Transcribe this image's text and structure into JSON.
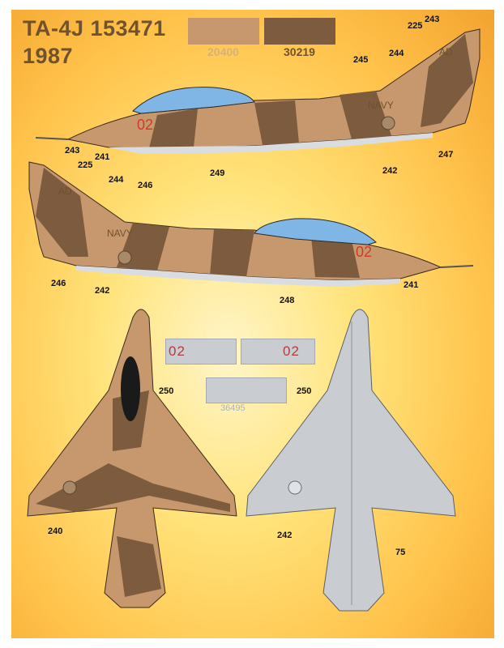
{
  "header": {
    "title_line1": "TA-4J 153471",
    "title_line2": "1987"
  },
  "swatches": [
    {
      "code": "20400",
      "color": "#c7986d",
      "code_color": "#d7b07e"
    },
    {
      "code": "30219",
      "color": "#7c5b3e",
      "code_color": "#6f5230"
    }
  ],
  "markings": {
    "modex": "02",
    "tail_code": "AD",
    "service": "NAVY"
  },
  "callouts": {
    "c243a": "243",
    "c225a": "225",
    "c244a": "244",
    "c245": "245",
    "c247": "247",
    "c242a": "242",
    "c249": "249",
    "c241a": "241",
    "c243b": "243",
    "c225b": "225",
    "c244b": "244",
    "c246a": "246",
    "c246b": "246",
    "c242b": "242",
    "c248": "248",
    "c241b": "241",
    "c250a": "250",
    "c250b": "250",
    "c240": "240",
    "c242c": "242",
    "c75": "75"
  },
  "modex_plates": {
    "left": "02",
    "right": "02",
    "serial": "36495"
  },
  "colors": {
    "sand": "#c7986d",
    "brown": "#7c5b3e",
    "gray": "#c9cdd2",
    "canopy": "#7fb6e6",
    "red": "#d13a2a"
  }
}
